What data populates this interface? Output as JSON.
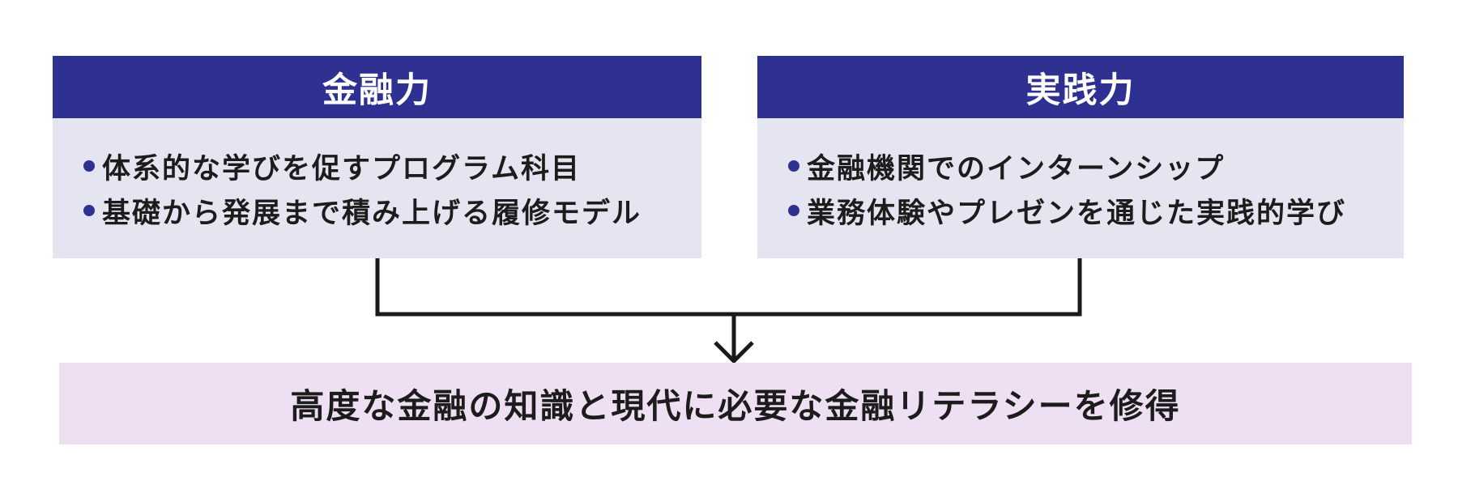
{
  "diagram": {
    "cards": [
      {
        "title": "金融力",
        "bullets": [
          "体系的な学びを促すプログラム科目",
          "基礎から発展まで積み上げる履修モデル"
        ]
      },
      {
        "title": "実践力",
        "bullets": [
          "金融機関でのインターンシップ",
          "業務体験やプレゼンを通じた実践的学び"
        ]
      }
    ],
    "result": {
      "text": "高度な金融の知識と現代に必要な金融リテラシーを修得"
    }
  },
  "icons": {
    "bullet": "bullet-dot-icon",
    "arrow": "down-arrow-icon"
  },
  "colors": {
    "header_bg": "#2e3192",
    "card_body_bg": "#e4e5f0",
    "result_bg": "#efdff3",
    "text_dark": "#1c1c1c",
    "header_text": "#ffffff",
    "connector": "#1a1a1a",
    "bullet": "#2e3192"
  }
}
